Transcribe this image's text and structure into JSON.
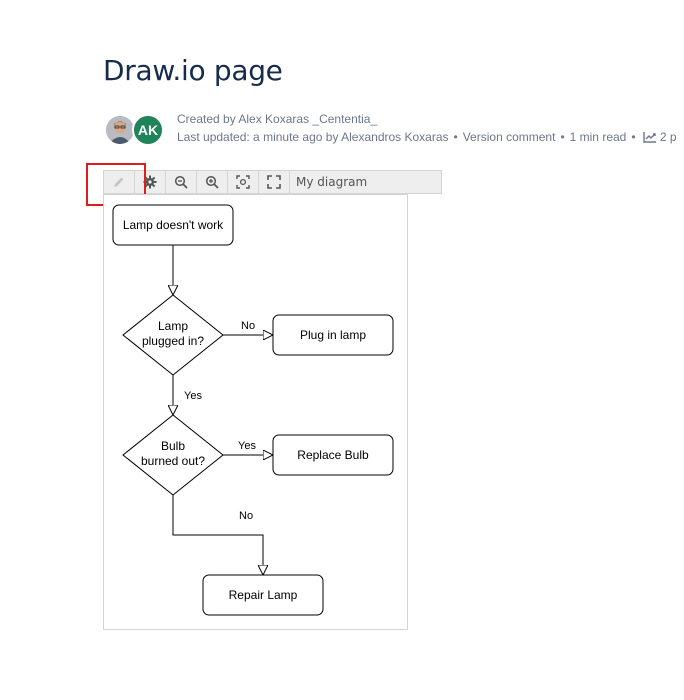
{
  "page": {
    "title": "Draw.io page"
  },
  "byline": {
    "initials": "AK",
    "created_by": "Created by Alex Koxaras _Cententia_",
    "last_updated": "Last updated: a minute ago by Alexandros Koxaras",
    "version_comment": "Version comment",
    "read_time": "1 min read",
    "views": "2 p"
  },
  "toolbar": {
    "diagram_name": "My diagram"
  },
  "diagram": {
    "nodes": {
      "start": "Lamp doesn't work",
      "q1_line1": "Lamp",
      "q1_line2": "plugged in?",
      "plug": "Plug in lamp",
      "q2_line1": "Bulb",
      "q2_line2": "burned out?",
      "replace": "Replace Bulb",
      "repair": "Repair Lamp"
    },
    "edges": {
      "q1_no": "No",
      "q1_yes": "Yes",
      "q2_yes": "Yes",
      "q2_no": "No"
    }
  }
}
